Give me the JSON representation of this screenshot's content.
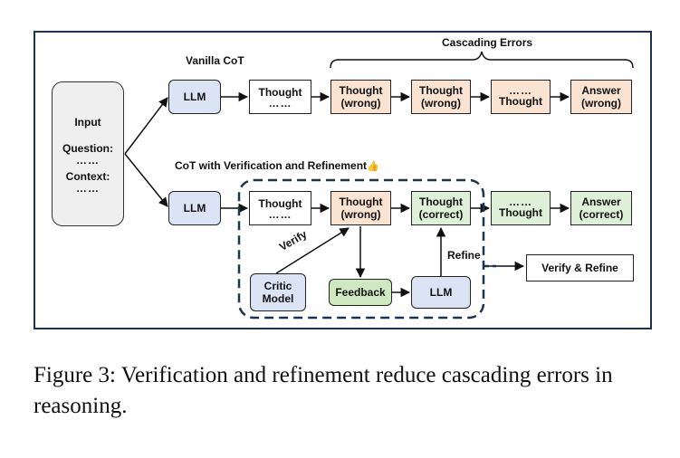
{
  "input": {
    "title": "Input",
    "question": "Question:",
    "question_dots": "……",
    "context": "Context:",
    "context_dots": "……"
  },
  "top": {
    "label": "Vanilla CoT",
    "cascading_label": "Cascading Errors",
    "llm": "LLM",
    "thought": "Thought",
    "thought_dots": "……",
    "thought_wrong_1": "Thought",
    "wrong_1": "(wrong)",
    "thought_wrong_2": "Thought",
    "wrong_2": "(wrong)",
    "dots_box_dots": "……",
    "dots_box_label": "Thought",
    "answer": "Answer",
    "answer_state": "(wrong)"
  },
  "bottom": {
    "label": "CoT with Verification and Refinement",
    "label_emoji": "👍",
    "llm": "LLM",
    "thought": "Thought",
    "thought_dots": "……",
    "thought_wrong": "Thought",
    "wrong": "(wrong)",
    "thought_correct": "Thought",
    "correct": "(correct)",
    "dots_box_dots": "……",
    "dots_box_label": "Thought",
    "answer": "Answer",
    "answer_state": "(correct)",
    "critic_line1": "Critic",
    "critic_line2": "Model",
    "feedback": "Feedback",
    "llm2": "LLM",
    "verify": "Verify",
    "refine": "Refine",
    "legend": "Verify & Refine"
  },
  "caption": "Figure 3:  Verification and refinement reduce cascading errors in reasoning."
}
